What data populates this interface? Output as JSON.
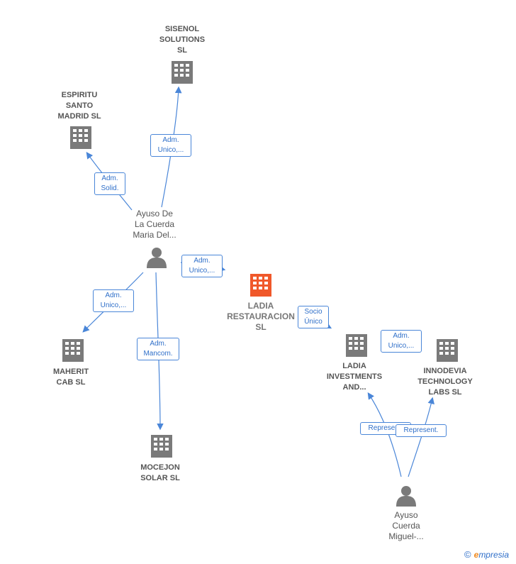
{
  "nodes": {
    "sisenol": {
      "label": "SISENOL\nSOLUTIONS\nSL",
      "icon": "building-icon"
    },
    "espiritu": {
      "label": "ESPIRITU\nSANTO\nMADRID  SL",
      "icon": "building-icon"
    },
    "ayuso_maria": {
      "label": "Ayuso De\nLa Cuerda\nMaria Del...",
      "icon": "person-icon"
    },
    "ladia_rest": {
      "label": "LADIA\nRESTAURACION\nSL",
      "icon": "building-icon"
    },
    "maherit": {
      "label": "MAHERIT\nCAB  SL",
      "icon": "building-icon"
    },
    "mocejon": {
      "label": "MOCEJON\nSOLAR  SL",
      "icon": "building-icon"
    },
    "ladia_inv": {
      "label": "LADIA\nINVESTMENTS\nAND...",
      "icon": "building-icon"
    },
    "innodevia": {
      "label": "INNODEVIA\nTECHNOLOGY\nLABS  SL",
      "icon": "building-icon"
    },
    "ayuso_miguel": {
      "label": "Ayuso\nCuerda\nMiguel-...",
      "icon": "person-icon"
    }
  },
  "edges": {
    "e1": "Adm.\nUnico,...",
    "e2": "Adm.\nSolid.",
    "e3": "Adm.\nUnico,...",
    "e4": "Adm.\nUnico,...",
    "e5": "Adm.\nMancom.",
    "e6": "Socio\nÚnico",
    "e7": "Adm.\nUnico,...",
    "e8": "Represent.",
    "e9": "Represent."
  },
  "colors": {
    "edge": "#4a86d8",
    "node_gray": "#7a7a7a",
    "node_main": "#f0582a"
  },
  "brand": {
    "copyright": "©",
    "name_initial": "e",
    "name_rest": "mpresia"
  }
}
